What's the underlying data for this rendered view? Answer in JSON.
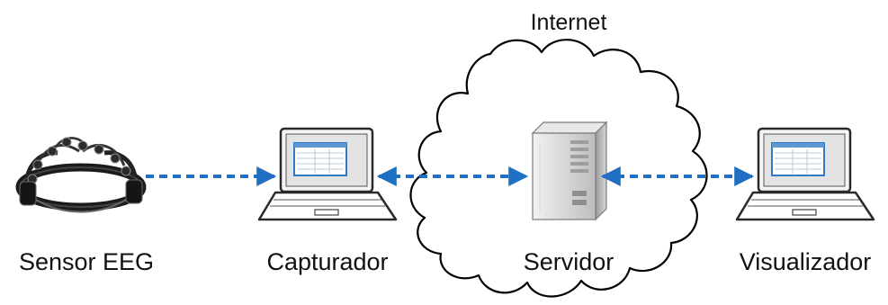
{
  "cloud": {
    "label": "Internet"
  },
  "nodes": [
    {
      "id": "sensor",
      "label": "Sensor EEG",
      "icon": "eeg-headset-icon"
    },
    {
      "id": "capturer",
      "label": "Capturador",
      "icon": "laptop-icon"
    },
    {
      "id": "server",
      "label": "Servidor",
      "icon": "server-tower-icon"
    },
    {
      "id": "viewer",
      "label": "Visualizador",
      "icon": "laptop-icon"
    }
  ],
  "connections": [
    {
      "from": "sensor",
      "to": "capturer",
      "direction": "one-way"
    },
    {
      "from": "capturer",
      "to": "server",
      "direction": "two-way"
    },
    {
      "from": "server",
      "to": "viewer",
      "direction": "two-way"
    }
  ],
  "colors": {
    "arrow": "#1f6fc4",
    "screen_frame": "#2a2a2a",
    "screen_bg": "#c9d9ea",
    "cloud_stroke": "#000000"
  }
}
